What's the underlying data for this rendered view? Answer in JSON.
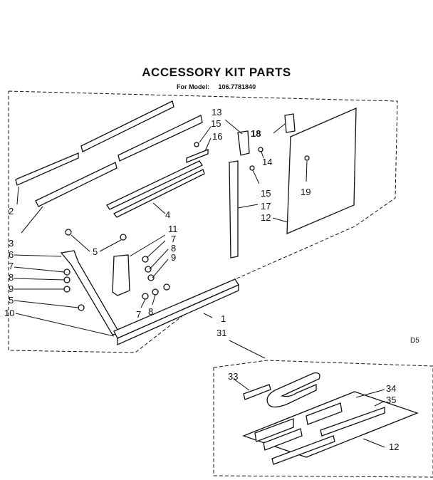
{
  "header": {
    "title": "ACCESSORY KIT PARTS",
    "model_label": "For Model:",
    "model_number": "106.7781840"
  },
  "corner_code": "D5",
  "callouts": {
    "c1": "1",
    "c2": "2",
    "c3": "3",
    "c4": "4",
    "c5a": "5",
    "c5b": "5",
    "c6": "6",
    "c7a": "7",
    "c7b": "7",
    "c7c": "7",
    "c8a": "8",
    "c8b": "8",
    "c8c": "8",
    "c9a": "9",
    "c9b": "9",
    "c10": "10",
    "c11": "11",
    "c12a": "12",
    "c12b": "12",
    "c13": "13",
    "c14": "14",
    "c15a": "15",
    "c15b": "15",
    "c16": "16",
    "c17": "17",
    "c18": "18",
    "c19": "19",
    "c31": "31",
    "c33": "33",
    "c34": "34",
    "c35": "35"
  }
}
